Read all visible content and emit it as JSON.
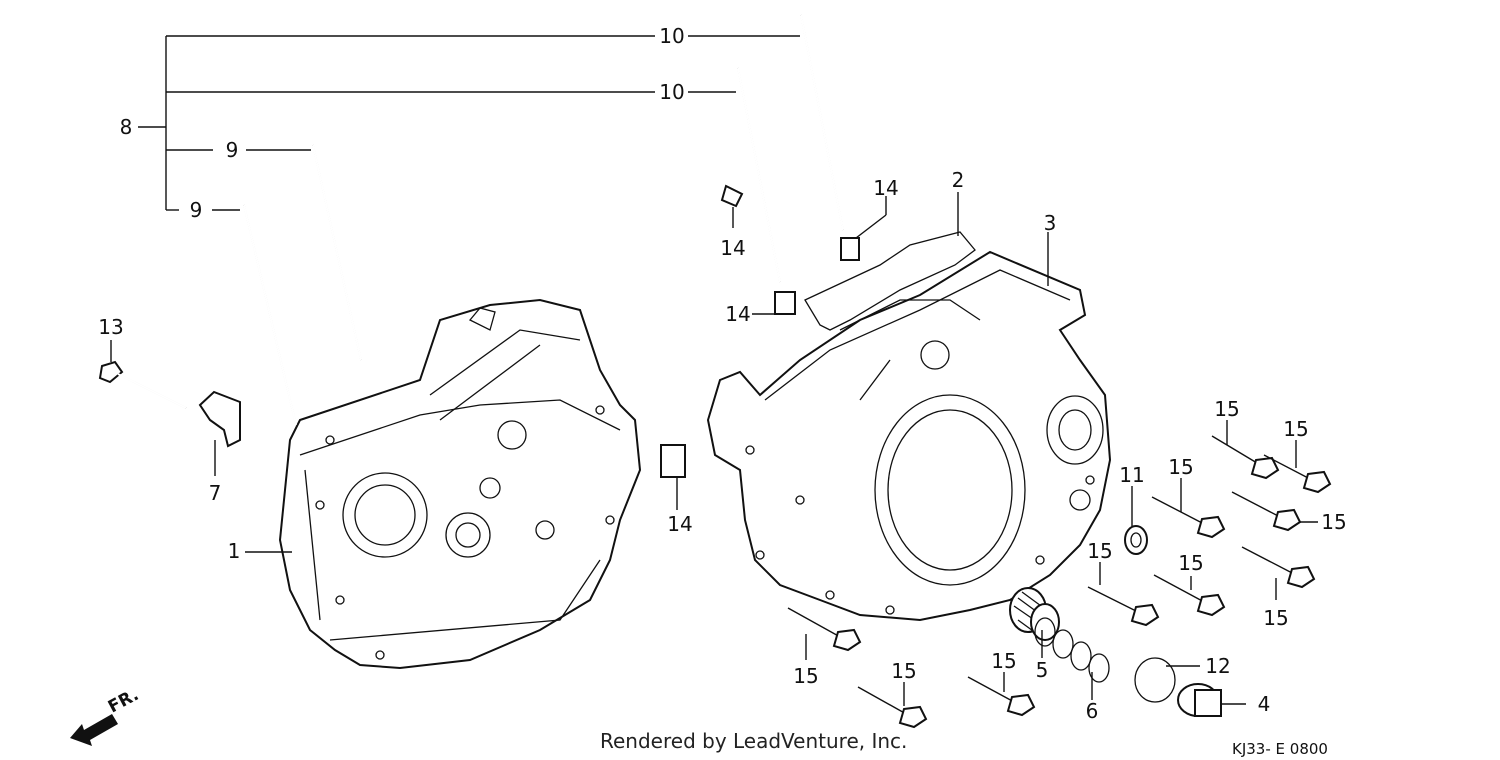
{
  "callouts": [
    {
      "id": "c1",
      "text": "1"
    },
    {
      "id": "c2",
      "text": "2"
    },
    {
      "id": "c3",
      "text": "3"
    },
    {
      "id": "c4",
      "text": "4"
    },
    {
      "id": "c5",
      "text": "5"
    },
    {
      "id": "c6",
      "text": "6"
    },
    {
      "id": "c7",
      "text": "7"
    },
    {
      "id": "c8",
      "text": "8"
    },
    {
      "id": "c9a",
      "text": "9"
    },
    {
      "id": "c9b",
      "text": "9"
    },
    {
      "id": "c10a",
      "text": "10"
    },
    {
      "id": "c10b",
      "text": "10"
    },
    {
      "id": "c11",
      "text": "11"
    },
    {
      "id": "c12",
      "text": "12"
    },
    {
      "id": "c13",
      "text": "13"
    },
    {
      "id": "c14a",
      "text": "14"
    },
    {
      "id": "c14b",
      "text": "14"
    },
    {
      "id": "c14c",
      "text": "14"
    },
    {
      "id": "c14d",
      "text": "14"
    },
    {
      "id": "c15a",
      "text": "15"
    },
    {
      "id": "c15b",
      "text": "15"
    },
    {
      "id": "c15c",
      "text": "15"
    },
    {
      "id": "c15d",
      "text": "15"
    },
    {
      "id": "c15e",
      "text": "15"
    },
    {
      "id": "c15f",
      "text": "15"
    },
    {
      "id": "c15g",
      "text": "15"
    },
    {
      "id": "c15h",
      "text": "15"
    },
    {
      "id": "c15i",
      "text": "15"
    },
    {
      "id": "c15j",
      "text": "15"
    }
  ],
  "front_marker": "FR.",
  "credit": "Rendered by LeadVenture, Inc.",
  "diagram_code": "KJ33- E 0800"
}
